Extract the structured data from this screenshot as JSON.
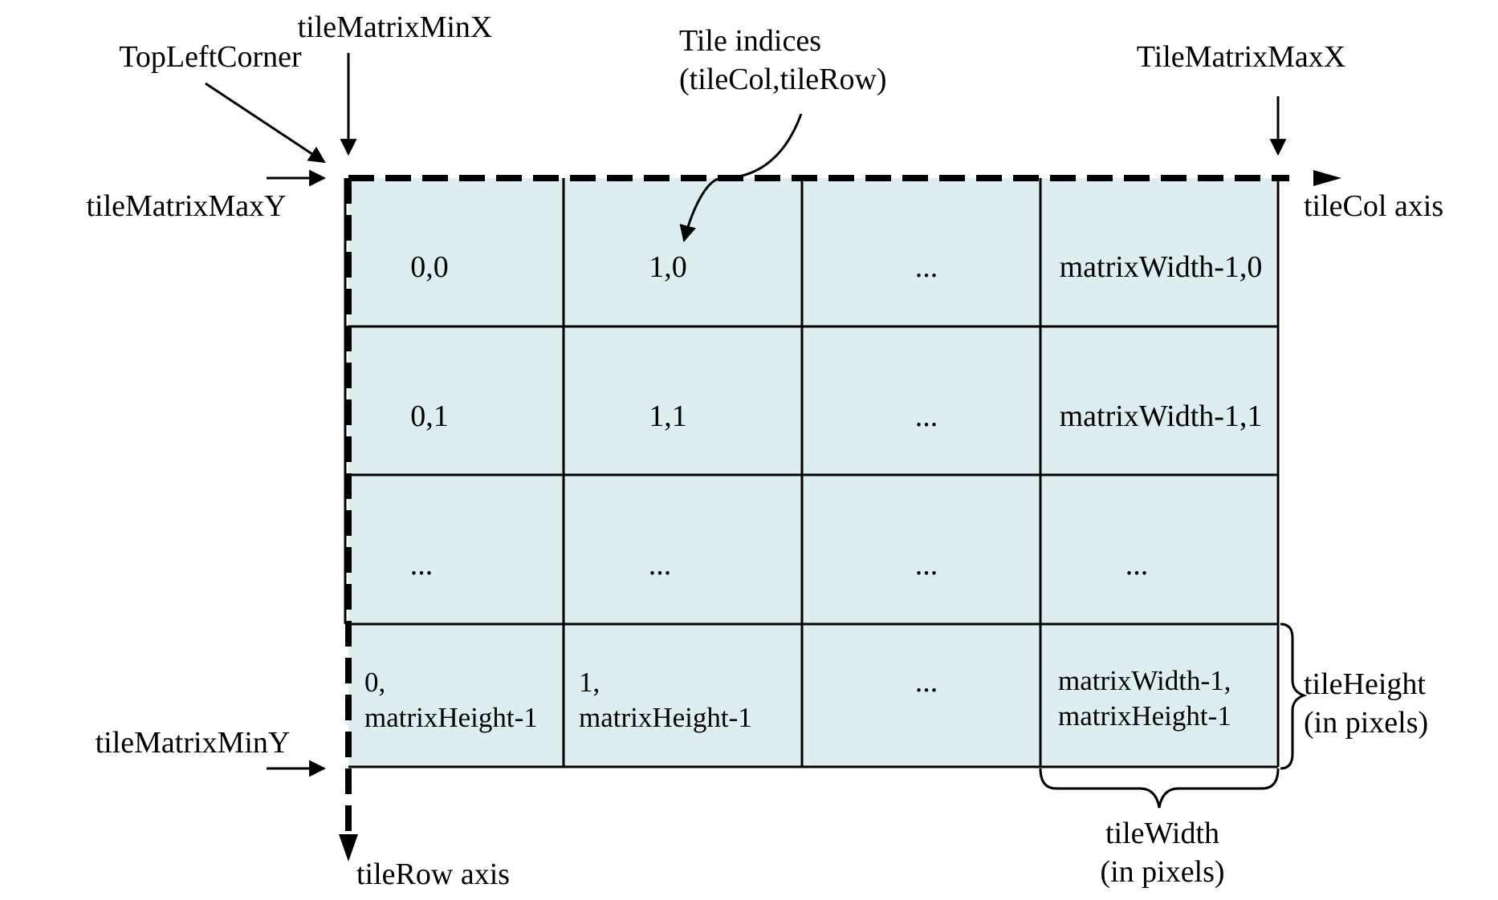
{
  "colors": {
    "tile_fill": "#deedf0",
    "line": "#000000",
    "background": "#ffffff"
  },
  "labels": {
    "top_left_corner": "TopLeftCorner",
    "tile_matrix_min_x": "tileMatrixMinX",
    "tile_indices_line1": "Tile indices",
    "tile_indices_line2": "(tileCol,tileRow)",
    "tile_matrix_max_x": "TileMatrixMaxX",
    "tile_matrix_max_y": "tileMatrixMaxY",
    "tile_col_axis": "tileCol axis",
    "tile_matrix_min_y": "tileMatrixMinY",
    "tile_row_axis": "tileRow axis",
    "tile_height_line1": "tileHeight",
    "tile_height_line2": "(in pixels)",
    "tile_width_line1": "tileWidth",
    "tile_width_line2": "(in pixels)"
  },
  "cells": {
    "r0c0": "0,0",
    "r0c1": "1,0",
    "r0c2": "...",
    "r0c3": "matrixWidth-1,0",
    "r1c0": "0,1",
    "r1c1": "1,1",
    "r1c2": "...",
    "r1c3": "matrixWidth-1,1",
    "r2c0": "...",
    "r2c1": "...",
    "r2c2": "...",
    "r2c3": "...",
    "r3c0_line1": "0,",
    "r3c0_line2": "matrixHeight-1",
    "r3c1_line1": "1,",
    "r3c1_line2": "matrixHeight-1",
    "r3c2": "...",
    "r3c3_line1": "matrixWidth-1,",
    "r3c3_line2": "matrixHeight-1"
  }
}
